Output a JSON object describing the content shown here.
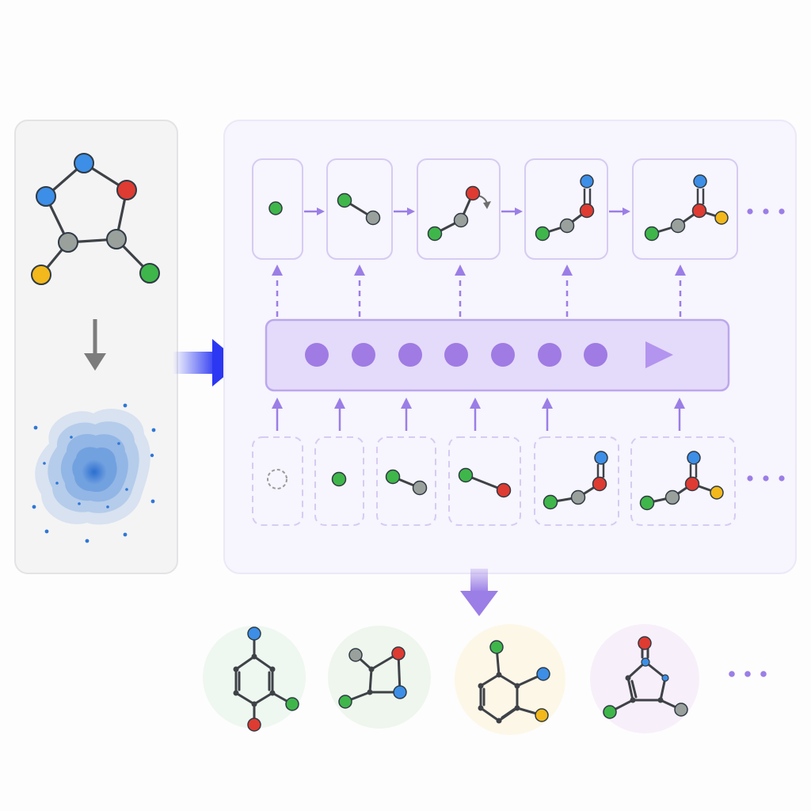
{
  "colors": {
    "page_bg": "#fdfdfd",
    "input_panel_bg": "#f4f4f5",
    "input_panel_border": "#e3e3e6",
    "process_panel_bg": "#f7f5fd",
    "process_panel_border": "#ece8f8",
    "accent_purple": "#9b7ee6",
    "token_purple": "#9f7be3",
    "sequence_bar_fill": "#e4dafa",
    "sequence_bar_stroke": "#bca7ec",
    "main_arrow_blue": "#2b37f2",
    "down_arrow_gray": "#7c7c7c",
    "density_blue": "#2f76d6",
    "atom_blue": "#3d8ee6",
    "atom_red": "#de3b32",
    "atom_green": "#3fb64a",
    "atom_gray": "#9aa09c",
    "atom_yellow": "#f2b81c",
    "bond": "#3e4247",
    "output_bg_green": "#eef7f0",
    "output_bg_green2": "#eef6ee",
    "output_bg_yellow": "#fdf7e8",
    "output_bg_pink": "#f7effa"
  },
  "input_panel": {
    "molecule_icon": "five-ring-molecule-icon",
    "arrow_icon": "down-arrow-icon",
    "density_icon": "latent-density-blob-icon"
  },
  "main_arrow_icon": "right-arrow-icon",
  "top_row": {
    "frame_style": "solid",
    "steps": [
      {
        "icon": "single-atom-icon"
      },
      {
        "icon": "two-atom-fragment-icon"
      },
      {
        "icon": "three-atom-fragment-icon"
      },
      {
        "icon": "four-atom-fragment-icon"
      },
      {
        "icon": "five-atom-fragment-icon"
      }
    ],
    "continuation": "•••"
  },
  "sequence_bar": {
    "token_count": 7,
    "end_icon": "play-triangle-icon"
  },
  "bottom_row": {
    "frame_style": "dashed",
    "steps": [
      {
        "icon": "empty-atom-icon"
      },
      {
        "icon": "single-atom-icon"
      },
      {
        "icon": "two-atom-fragment-icon"
      },
      {
        "icon": "two-atom-green-red-icon"
      },
      {
        "icon": "four-atom-fragment-icon"
      },
      {
        "icon": "five-atom-fragment-icon"
      }
    ],
    "continuation": "•••"
  },
  "output_arrow_icon": "purple-down-arrow-icon",
  "outputs": {
    "molecules": [
      {
        "icon": "generated-molecule-ring-1-icon"
      },
      {
        "icon": "generated-molecule-bicyclic-icon"
      },
      {
        "icon": "generated-molecule-ring-2-icon"
      },
      {
        "icon": "generated-molecule-five-ring-icon"
      }
    ],
    "continuation": "•••"
  }
}
